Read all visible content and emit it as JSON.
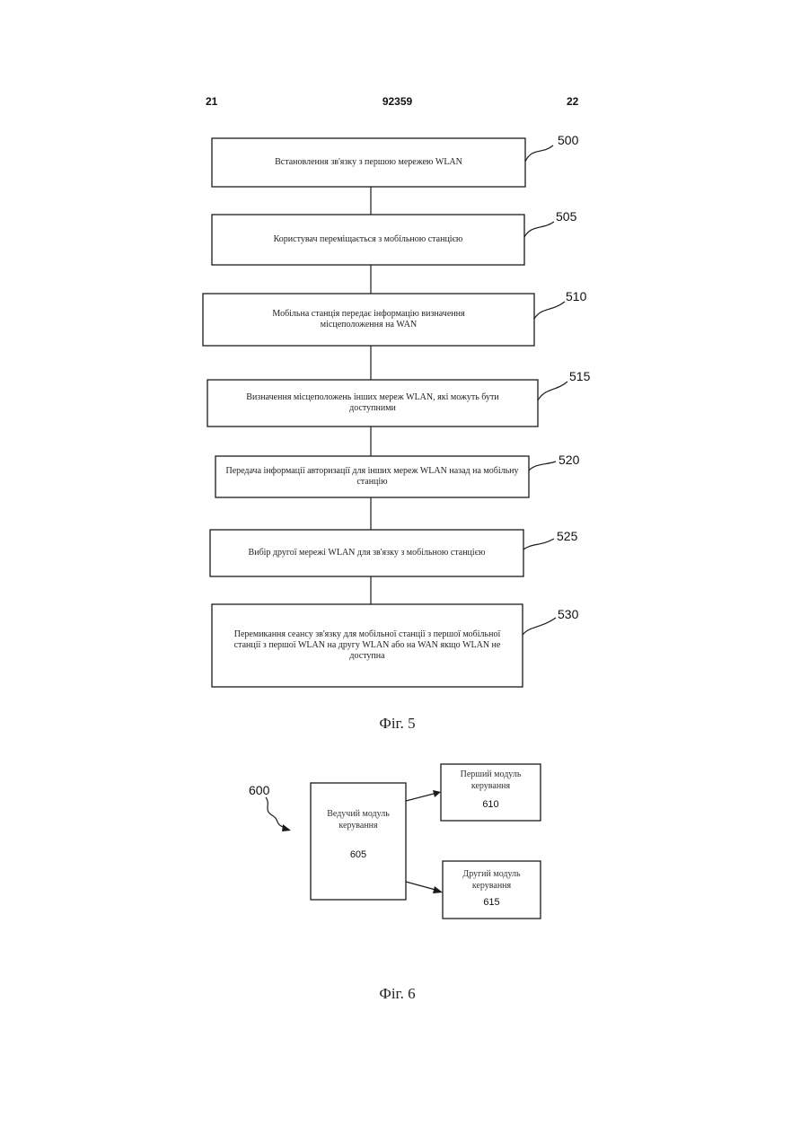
{
  "header": {
    "left_page": "21",
    "patent_number": "92359",
    "right_page": "22"
  },
  "fig5": {
    "caption": "Фіг. 5",
    "steps": [
      {
        "ref": "500",
        "text": "Встановлення зв'язку з першою мережею WLAN"
      },
      {
        "ref": "505",
        "text": "Користувач переміщається з мобільною станцією"
      },
      {
        "ref": "510",
        "text": "Мобільна станція передає інформацію визначення місцеположення на WAN"
      },
      {
        "ref": "515",
        "text": "Визначення місцеположень інших мереж WLAN, які можуть бути доступними"
      },
      {
        "ref": "520",
        "text": "Передача інформації авторизації для інших мереж WLAN назад на мобільну станцію"
      },
      {
        "ref": "525",
        "text": "Вибір другої мережі WLAN для зв'язку з мобільною станцією"
      },
      {
        "ref": "530",
        "text": "Перемикання сеансу зв'язку для мобільної станції з першої мобільної станції з першої WLAN на другу WLAN або на WAN якщо WLAN не доступна"
      }
    ]
  },
  "fig6": {
    "caption": "Фіг. 6",
    "system_ref": "600",
    "master": {
      "label": "Ведучий модуль керування",
      "ref": "605"
    },
    "first": {
      "label": "Перший модуль керування",
      "ref": "610"
    },
    "second": {
      "label": "Другий модуль керування",
      "ref": "615"
    }
  }
}
